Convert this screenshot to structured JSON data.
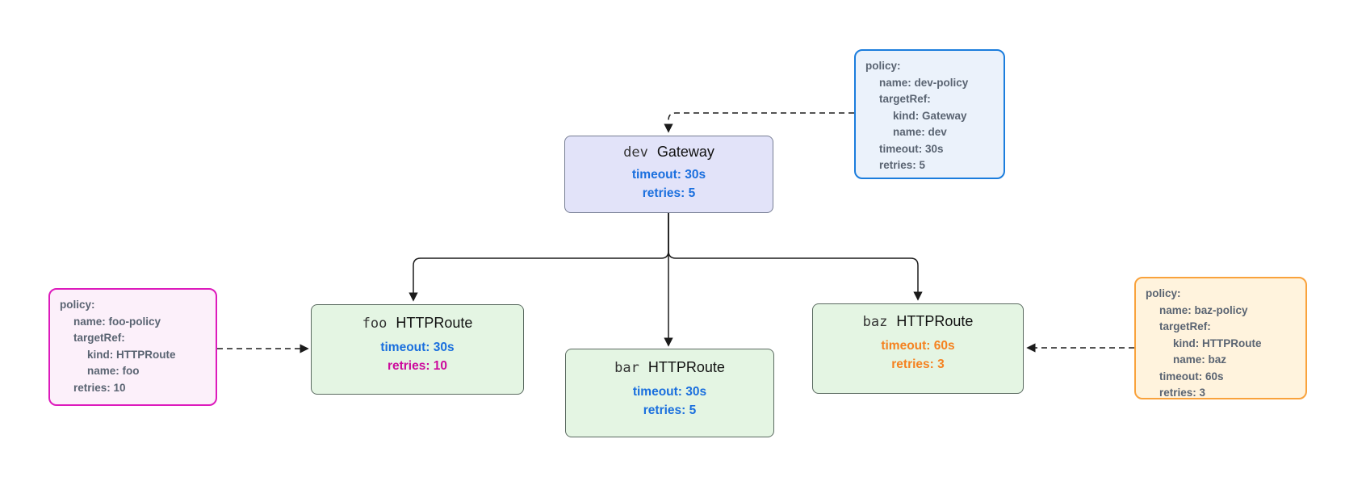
{
  "diagram_title": "Gateway API policy attachment diagram",
  "colors": {
    "edge": "#1b1b1b",
    "metric_blue": "#1a6fde",
    "metric_magenta": "#cc0a9c",
    "metric_orange": "#f58220",
    "policy_text": "#5a6472",
    "gateway_fill": "#e2e3f9",
    "gateway_border": "#777e94",
    "route_fill": "#e4f5e3",
    "route_border": "#5a6a60",
    "dev_policy_border": "#1b7ddd",
    "dev_policy_fill": "#ebf2fb",
    "foo_policy_border": "#dd1abc",
    "foo_policy_fill": "#fcf0fa",
    "baz_policy_border": "#f9a23c",
    "baz_policy_fill": "#fff3dd"
  },
  "nodes": [
    {
      "id": "dev-gateway",
      "name": "dev",
      "kind": "Gateway",
      "metrics": [
        {
          "text": "timeout: 30s",
          "color": "#1a6fde"
        },
        {
          "text": "retries: 5",
          "color": "#1a6fde"
        }
      ]
    },
    {
      "id": "foo-route",
      "name": "foo",
      "kind": "HTTPRoute",
      "metrics": [
        {
          "text": "timeout: 30s",
          "color": "#1a6fde"
        },
        {
          "text": "retries: 10",
          "color": "#cc0a9c"
        }
      ]
    },
    {
      "id": "bar-route",
      "name": "bar",
      "kind": "HTTPRoute",
      "metrics": [
        {
          "text": "timeout: 30s",
          "color": "#1a6fde"
        },
        {
          "text": "retries: 5",
          "color": "#1a6fde"
        }
      ]
    },
    {
      "id": "baz-route",
      "name": "baz",
      "kind": "HTTPRoute",
      "metrics": [
        {
          "text": "timeout: 60s",
          "color": "#f58220"
        },
        {
          "text": "retries: 3",
          "color": "#f58220"
        }
      ]
    }
  ],
  "policies": [
    {
      "id": "dev-policy",
      "lines": [
        {
          "indent": 0,
          "text": "policy:"
        },
        {
          "indent": 1,
          "text": "name: dev-policy"
        },
        {
          "indent": 1,
          "text": "targetRef:"
        },
        {
          "indent": 2,
          "text": "kind: Gateway"
        },
        {
          "indent": 2,
          "text": "name: dev"
        },
        {
          "indent": 1,
          "text": "timeout: 30s"
        },
        {
          "indent": 1,
          "text": "retries: 5"
        }
      ]
    },
    {
      "id": "foo-policy",
      "lines": [
        {
          "indent": 0,
          "text": "policy:"
        },
        {
          "indent": 1,
          "text": "name: foo-policy"
        },
        {
          "indent": 1,
          "text": "targetRef:"
        },
        {
          "indent": 2,
          "text": "kind: HTTPRoute"
        },
        {
          "indent": 2,
          "text": "name: foo"
        },
        {
          "indent": 1,
          "text": "retries: 10"
        }
      ]
    },
    {
      "id": "baz-policy",
      "lines": [
        {
          "indent": 0,
          "text": "policy:"
        },
        {
          "indent": 1,
          "text": "name: baz-policy"
        },
        {
          "indent": 1,
          "text": "targetRef:"
        },
        {
          "indent": 2,
          "text": "kind: HTTPRoute"
        },
        {
          "indent": 2,
          "text": "name: baz"
        },
        {
          "indent": 1,
          "text": "timeout: 60s"
        },
        {
          "indent": 1,
          "text": "retries: 3"
        }
      ]
    }
  ]
}
